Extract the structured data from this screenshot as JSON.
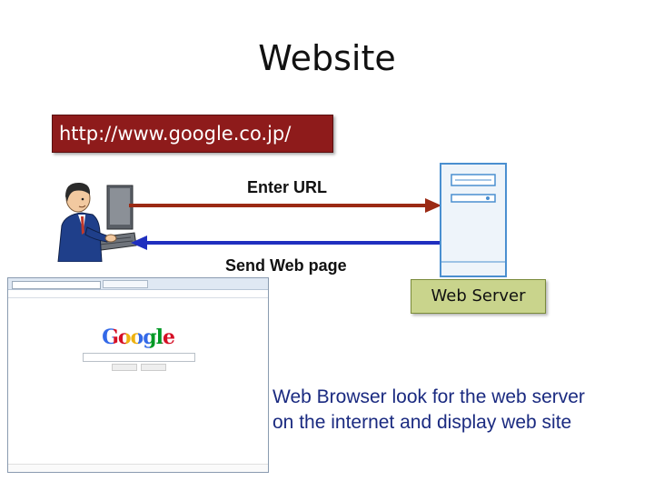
{
  "title": "Website",
  "url_box": {
    "text": "http://www.google.co.jp/"
  },
  "arrows": {
    "enter_url": {
      "label": "Enter URL",
      "color": "#9b2a14"
    },
    "send_page": {
      "label": "Send Web page",
      "color": "#1f2fbf"
    }
  },
  "server": {
    "label": "Web Server"
  },
  "browser": {
    "logo_text": "Google"
  },
  "description": {
    "line1": "Web Browser look for the web server",
    "line2": "on the internet and display web site"
  },
  "colors": {
    "url_box_bg": "#8e1b1b",
    "server_label_bg": "#c9d48c",
    "description_text": "#1a2a80"
  }
}
